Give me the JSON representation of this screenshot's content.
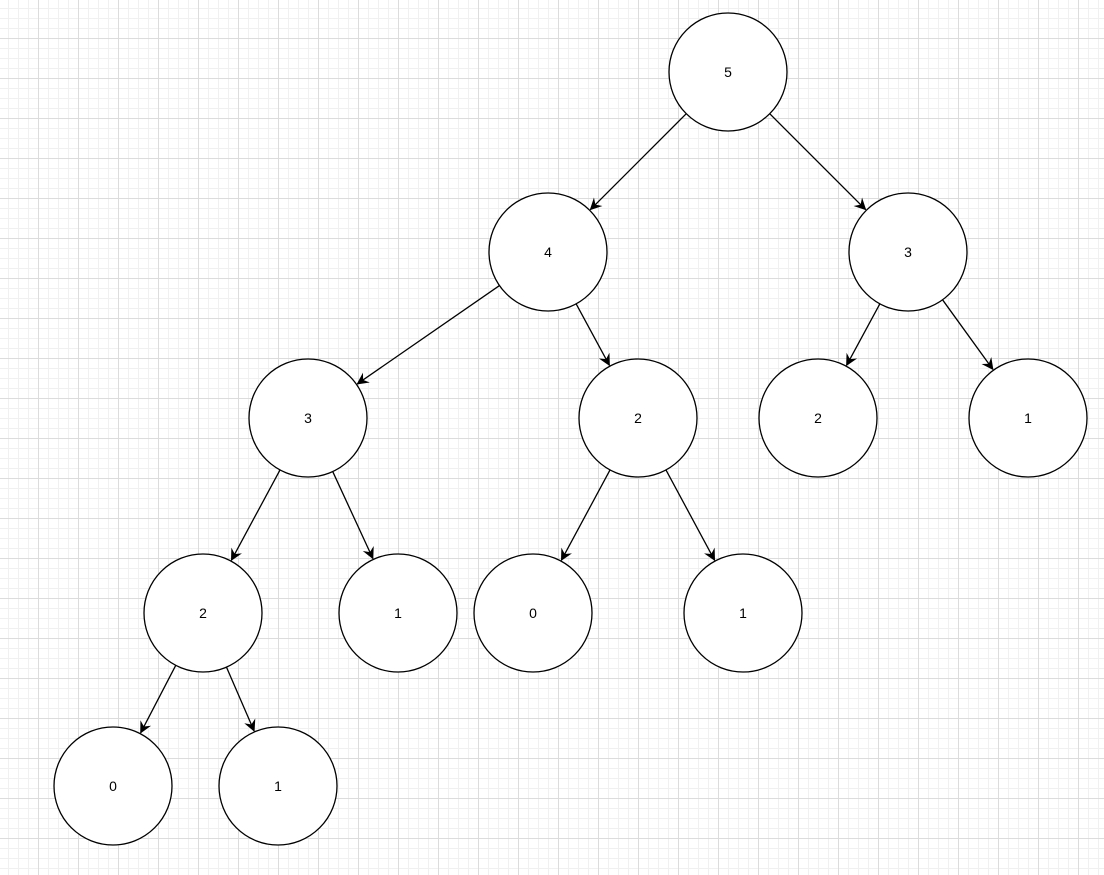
{
  "diagram": {
    "colors": {
      "stroke": "#000000",
      "fill": "#ffffff",
      "grid": "#dcdcdc"
    },
    "nodes": [
      {
        "id": "n5_root",
        "label": "5"
      },
      {
        "id": "n4",
        "label": "4"
      },
      {
        "id": "n3_right",
        "label": "3"
      },
      {
        "id": "n3_left",
        "label": "3"
      },
      {
        "id": "n2_mid",
        "label": "2"
      },
      {
        "id": "n2_right",
        "label": "2"
      },
      {
        "id": "n1_right",
        "label": "1"
      },
      {
        "id": "n2_low",
        "label": "2"
      },
      {
        "id": "n1_a",
        "label": "1"
      },
      {
        "id": "n0_a",
        "label": "0"
      },
      {
        "id": "n1_b",
        "label": "1"
      },
      {
        "id": "n0_b",
        "label": "0"
      },
      {
        "id": "n1_c",
        "label": "1"
      }
    ],
    "edges": [
      {
        "from": "n5_root",
        "to": "n4"
      },
      {
        "from": "n5_root",
        "to": "n3_right"
      },
      {
        "from": "n4",
        "to": "n3_left"
      },
      {
        "from": "n4",
        "to": "n2_mid"
      },
      {
        "from": "n3_right",
        "to": "n2_right"
      },
      {
        "from": "n3_right",
        "to": "n1_right"
      },
      {
        "from": "n3_left",
        "to": "n2_low"
      },
      {
        "from": "n3_left",
        "to": "n1_a"
      },
      {
        "from": "n2_mid",
        "to": "n0_a"
      },
      {
        "from": "n2_mid",
        "to": "n1_b"
      },
      {
        "from": "n2_low",
        "to": "n0_b"
      },
      {
        "from": "n2_low",
        "to": "n1_c"
      }
    ]
  }
}
